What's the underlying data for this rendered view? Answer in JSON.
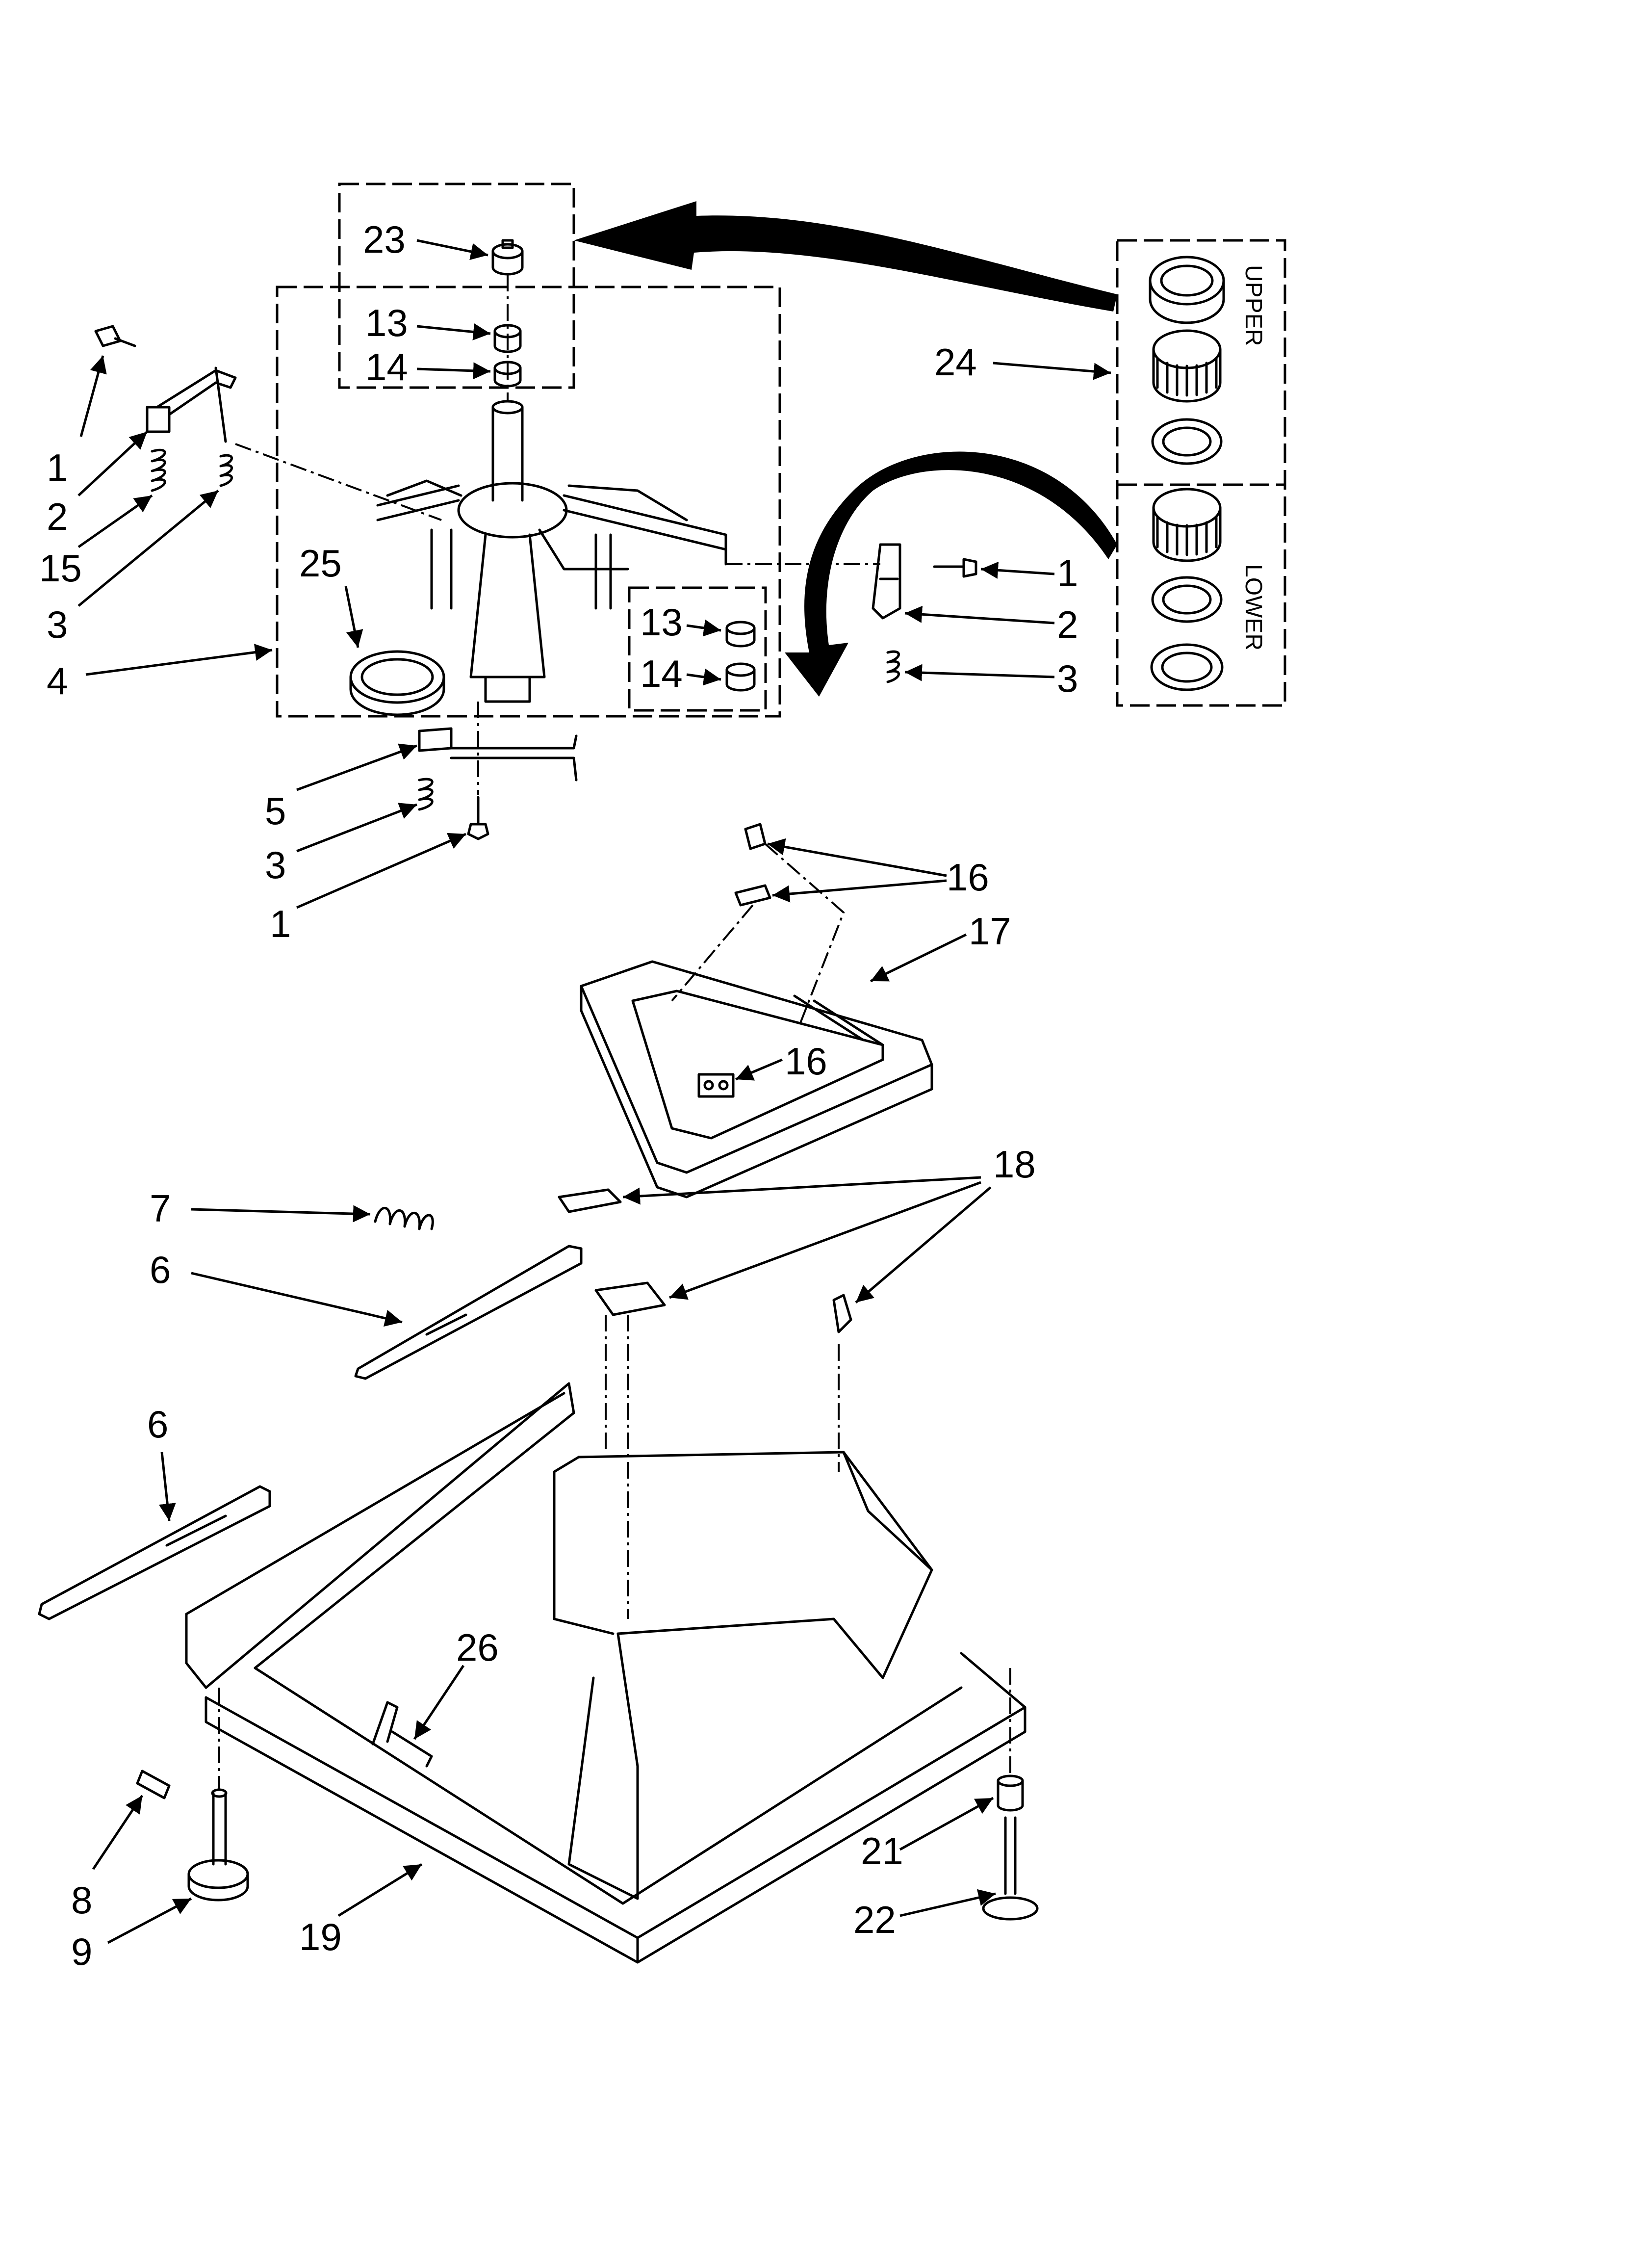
{
  "kit_labels": {
    "upper": "UPPER",
    "lower": "LOWER"
  },
  "callouts": [
    {
      "id": "c23",
      "text": "23"
    },
    {
      "id": "c13a",
      "text": "13"
    },
    {
      "id": "c14a",
      "text": "14"
    },
    {
      "id": "c24",
      "text": "24"
    },
    {
      "id": "c1a",
      "text": "1"
    },
    {
      "id": "c2a",
      "text": "2"
    },
    {
      "id": "c15",
      "text": "15"
    },
    {
      "id": "c3a",
      "text": "3"
    },
    {
      "id": "c4",
      "text": "4"
    },
    {
      "id": "c25",
      "text": "25"
    },
    {
      "id": "c13b",
      "text": "13"
    },
    {
      "id": "c14b",
      "text": "14"
    },
    {
      "id": "c1b",
      "text": "1"
    },
    {
      "id": "c2b",
      "text": "2"
    },
    {
      "id": "c3b",
      "text": "3"
    },
    {
      "id": "c5",
      "text": "5"
    },
    {
      "id": "c3c",
      "text": "3"
    },
    {
      "id": "c1c",
      "text": "1"
    },
    {
      "id": "c16a",
      "text": "16"
    },
    {
      "id": "c17",
      "text": "17"
    },
    {
      "id": "c16b",
      "text": "16"
    },
    {
      "id": "c18",
      "text": "18"
    },
    {
      "id": "c7",
      "text": "7"
    },
    {
      "id": "c6a",
      "text": "6"
    },
    {
      "id": "c6b",
      "text": "6"
    },
    {
      "id": "c26",
      "text": "26"
    },
    {
      "id": "c8",
      "text": "8"
    },
    {
      "id": "c9",
      "text": "9"
    },
    {
      "id": "c19",
      "text": "19"
    },
    {
      "id": "c21",
      "text": "21"
    },
    {
      "id": "c22",
      "text": "22"
    }
  ]
}
